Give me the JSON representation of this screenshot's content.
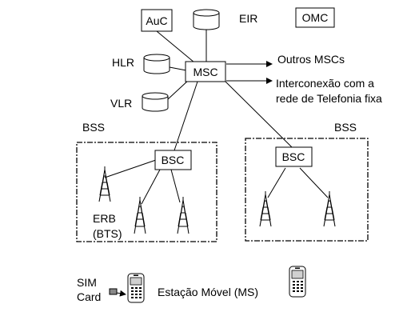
{
  "nodes": {
    "auc": "AuC",
    "eir": "EIR",
    "omc": "OMC",
    "hlr": "HLR",
    "vlr": "VLR",
    "msc": "MSC",
    "bsc_left": "BSC",
    "bsc_right": "BSC"
  },
  "links": {
    "outros_mscs": "Outros MSCs",
    "interconexao_line1": "Interconexão com a",
    "interconexao_line2": "rede de Telefonia fixa"
  },
  "bss": {
    "left_label": "BSS",
    "right_label": "BSS",
    "erb_line1": "ERB",
    "erb_line2": "(BTS)"
  },
  "mobile": {
    "sim_line1": "SIM",
    "sim_line2": "Card",
    "station_label": "Estação Móvel (MS)"
  }
}
